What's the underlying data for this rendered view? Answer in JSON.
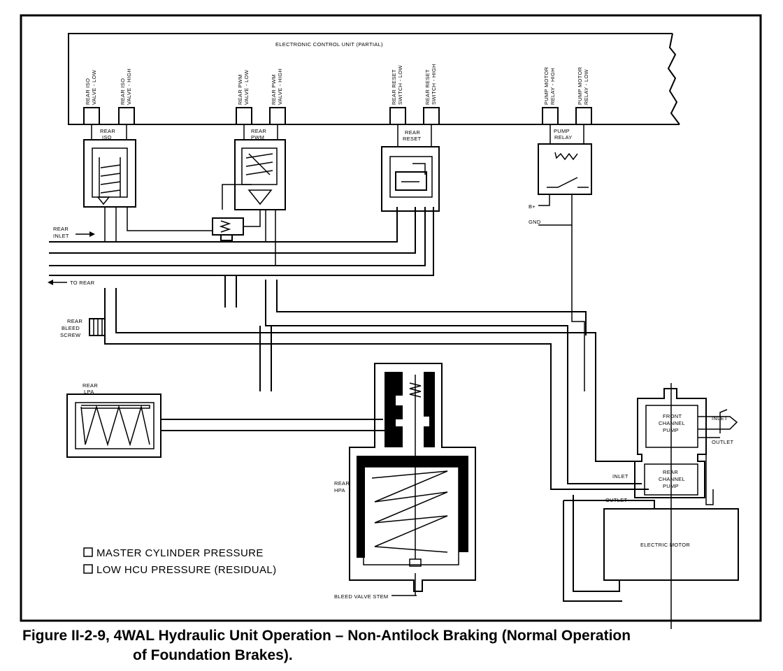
{
  "diagram": {
    "ecu_label": "ELECTRONIC CONTROL UNIT (PARTIAL)",
    "connectors": [
      {
        "line1": "REAR ISO",
        "line2": "VALVE - LOW"
      },
      {
        "line1": "REAR ISO",
        "line2": "VALVE - HIGH"
      },
      {
        "line1": "REAR PWM",
        "line2": "VALVE - LOW"
      },
      {
        "line1": "REAR PWM",
        "line2": "VALVE - HIGH"
      },
      {
        "line1": "REAR RESET",
        "line2": "SWITCH - LOW"
      },
      {
        "line1": "REAR RESET",
        "line2": "SWITCH - HIGH"
      },
      {
        "line1": "PUMP MOTOR",
        "line2": "RELAY - HIGH"
      },
      {
        "line1": "PUMP MOTOR",
        "line2": "RELAY - LOW"
      }
    ],
    "components": {
      "rear_iso": {
        "line1": "REAR",
        "line2": "ISO"
      },
      "rear_pwm": {
        "line1": "REAR",
        "line2": "PWM"
      },
      "rear_reset": {
        "line1": "REAR",
        "line2": "RESET"
      },
      "pump_relay": {
        "line1": "PUMP",
        "line2": "RELAY"
      },
      "rear_lpa": {
        "line1": "REAR",
        "line2": "LPA"
      },
      "rear_hpa": {
        "line1": "REAR",
        "line2": "HPA"
      },
      "front_pump": {
        "line1": "FRONT",
        "line2": "CHANNEL",
        "line3": "PUMP"
      },
      "rear_pump": {
        "line1": "REAR",
        "line2": "CHANNEL",
        "line3": "PUMP"
      },
      "motor": "ELECTRIC MOTOR"
    },
    "labels": {
      "b_plus": "B+",
      "gnd": "GND",
      "rear_inlet_1": "REAR",
      "rear_inlet_2": "INLET",
      "to_rear": "TO REAR",
      "bleed_1": "REAR",
      "bleed_2": "BLEED",
      "bleed_3": "SCREW",
      "inlet_front": "INLET",
      "outlet_front": "OUTLET",
      "inlet_rear": "INLET",
      "outlet_rear": "OUTLET",
      "bleed_valve_stem": "BLEED VALVE STEM"
    },
    "legend": [
      "MASTER CYLINDER PRESSURE",
      "LOW HCU PRESSURE (RESIDUAL)"
    ]
  },
  "caption": {
    "line1": "Figure II-2-9, 4WAL Hydraulic Unit Operation – Non-Antilock Braking (Normal Operation",
    "line2": "of Foundation Brakes)."
  }
}
